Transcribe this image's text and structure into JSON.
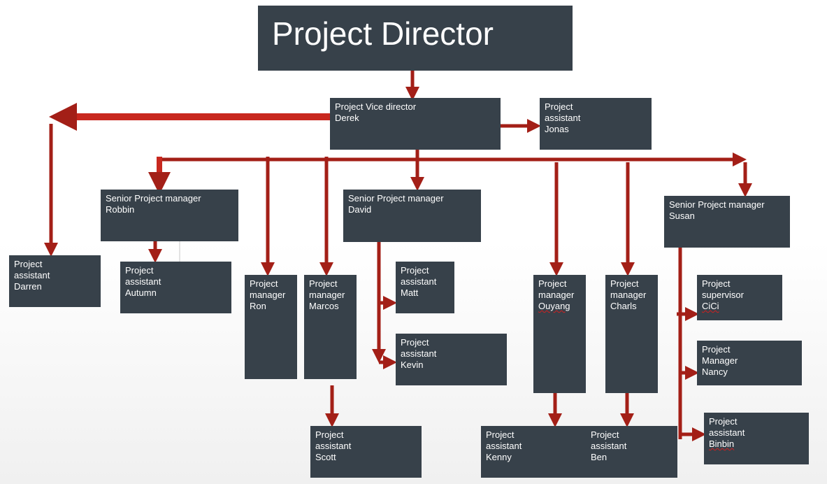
{
  "nodes": {
    "director": {
      "lines": [
        "Project  Director"
      ]
    },
    "vice": {
      "lines": [
        "Project  Vice director",
        "Derek"
      ]
    },
    "jonas": {
      "lines": [
        "Project",
        "assistant",
        "Jonas"
      ]
    },
    "robbin": {
      "lines": [
        "Senior Project manager",
        "Robbin"
      ]
    },
    "david": {
      "lines": [
        "Senior Project manager",
        "David"
      ]
    },
    "susan": {
      "lines": [
        "Senior Project manager",
        "Susan"
      ]
    },
    "darren": {
      "lines": [
        "Project",
        "assistant",
        "Darren"
      ]
    },
    "autumn": {
      "lines": [
        "Project",
        "assistant",
        "Autumn"
      ]
    },
    "ron": {
      "lines": [
        "Project",
        "manager",
        "Ron"
      ]
    },
    "marcos": {
      "lines": [
        "Project",
        "manager",
        "Marcos"
      ]
    },
    "matt": {
      "lines": [
        "Project",
        "assistant",
        "Matt"
      ]
    },
    "kevin": {
      "lines": [
        "Project",
        "assistant",
        "Kevin"
      ]
    },
    "ouyang": {
      "lines": [
        "Project",
        "manager",
        "Ouyang"
      ]
    },
    "charls": {
      "lines": [
        "Project",
        "manager",
        "Charls"
      ]
    },
    "cici": {
      "lines": [
        "Project",
        "supervisor",
        "CiCi"
      ]
    },
    "nancy": {
      "lines": [
        "Project",
        "Manager",
        "Nancy"
      ]
    },
    "scott": {
      "lines": [
        "Project",
        "assistant",
        "Scott"
      ]
    },
    "kenny": {
      "lines": [
        "Project",
        "assistant",
        "Kenny"
      ]
    },
    "ben": {
      "lines": [
        "Project",
        "assistant",
        "Ben"
      ]
    },
    "binbin": {
      "lines": [
        "Project",
        "assistant",
        "Binbin"
      ]
    }
  },
  "colors": {
    "box": "#37414a",
    "arrow": "#a31f17",
    "arrow_light": "#d0281e"
  }
}
